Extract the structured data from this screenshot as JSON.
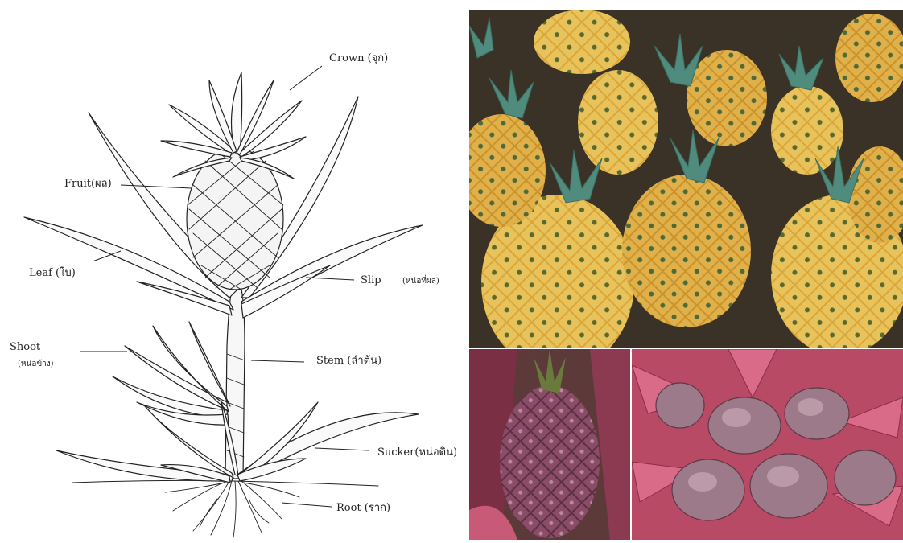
{
  "labels": {
    "crown": "Crown (จุก)",
    "fruit": "Fruit(ผล)",
    "leaf": "Leaf (ใบ)",
    "slip": "Slip",
    "slip_thai": "(หน่อที่ผล)",
    "shoot": "Shoot",
    "shoot_thai": "(หน่อข้าง)",
    "stem": "Stem (ลำต้น)",
    "sucker": "Sucker(หน่อดิน)",
    "root": "Root (ราก)"
  },
  "colors": {
    "ink": "#222222",
    "ripe_yellow": "#d9a63a",
    "crown_teal": "#4f8c7e",
    "pink": "#c85a78",
    "purple": "#6b3a52"
  }
}
